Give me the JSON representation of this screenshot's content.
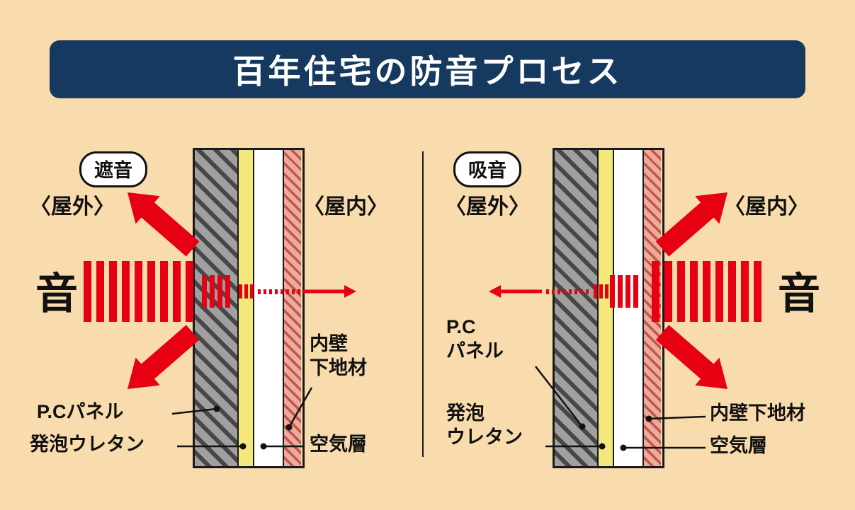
{
  "title": "百年住宅の防音プロセス",
  "colors": {
    "background": "#f9dcae",
    "title_bar": "#16395f",
    "sound_red": "#e60012",
    "pc_panel_gray": "#a0a0a0",
    "urethane_yellow": "#f4e87c",
    "air_white": "#ffffff",
    "inner_wall_pink": "#ecab9d"
  },
  "panels": {
    "left": {
      "badge": "遮音",
      "outdoor": "〈屋外〉",
      "indoor": "〈屋内〉",
      "sound": "音",
      "labels": {
        "pc_panel": "P.Cパネル",
        "urethane": "発泡ウレタン",
        "inner_wall_line1": "内壁",
        "inner_wall_line2": "下地材",
        "air_layer": "空気層"
      }
    },
    "right": {
      "badge": "吸音",
      "outdoor": "〈屋外〉",
      "indoor": "〈屋内〉",
      "sound": "音",
      "labels": {
        "pc_panel_line1": "P.C",
        "pc_panel_line2": "パネル",
        "urethane_line1": "発泡",
        "urethane_line2": "ウレタン",
        "inner_wall": "内壁下地材",
        "air_layer": "空気層"
      }
    }
  }
}
